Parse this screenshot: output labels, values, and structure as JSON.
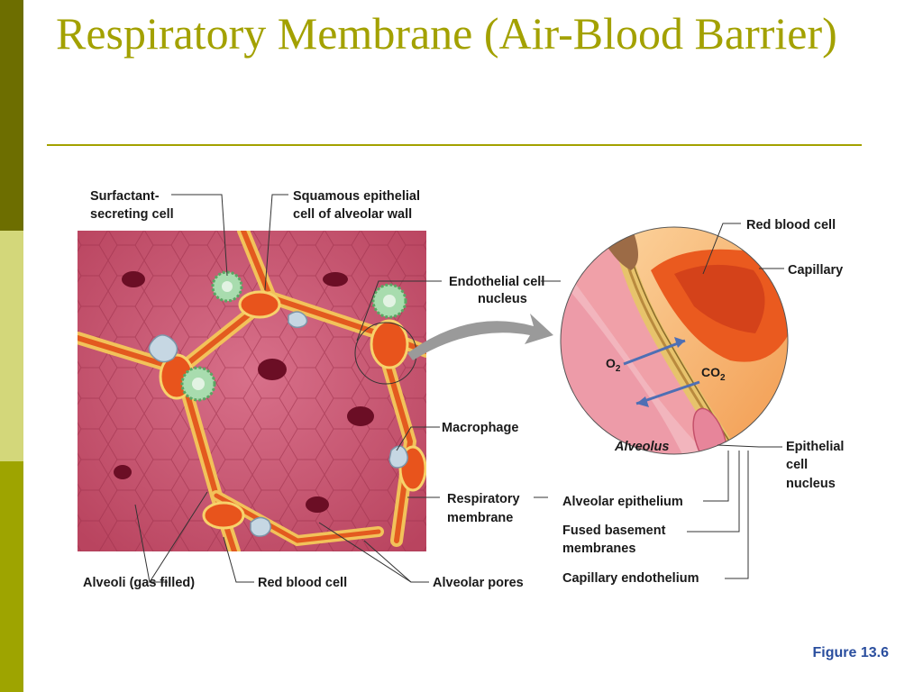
{
  "slide": {
    "title": "Respiratory Membrane (Air-Blood Barrier)",
    "figure_caption": "Figure 13.6"
  },
  "colors": {
    "sidebar_dark": "#6d6e00",
    "sidebar_light": "#d3d77a",
    "sidebar_mid": "#9ea400",
    "title": "#a3a100",
    "caption": "#2a4e9e",
    "tissue": "#c9566e",
    "capillary": "#f5a95a",
    "red_blood_cell": "#e8541c"
  },
  "labels": {
    "surfactant_1": "Surfactant-",
    "surfactant_2": "secreting cell",
    "squamous_1": "Squamous epithelial",
    "squamous_2": "cell of alveolar wall",
    "endothelial_1": "Endothelial cell",
    "endothelial_2": "nucleus",
    "macrophage": "Macrophage",
    "respiratory_1": "Respiratory",
    "respiratory_2": "membrane",
    "alveoli": "Alveoli (gas filled)",
    "rbc_bottom": "Red blood cell",
    "alveolar_pores": "Alveolar pores",
    "rbc_top": "Red blood cell",
    "capillary": "Capillary",
    "o2": "O",
    "o2_sub": "2",
    "co2": "CO",
    "co2_sub": "2",
    "alveolus": "Alveolus",
    "epithelial_1": "Epithelial",
    "epithelial_2": "cell",
    "epithelial_3": "nucleus",
    "alveolar_epithelium": "Alveolar epithelium",
    "fused_1": "Fused basement",
    "fused_2": "membranes",
    "capillary_endothelium": "Capillary endothelium"
  }
}
